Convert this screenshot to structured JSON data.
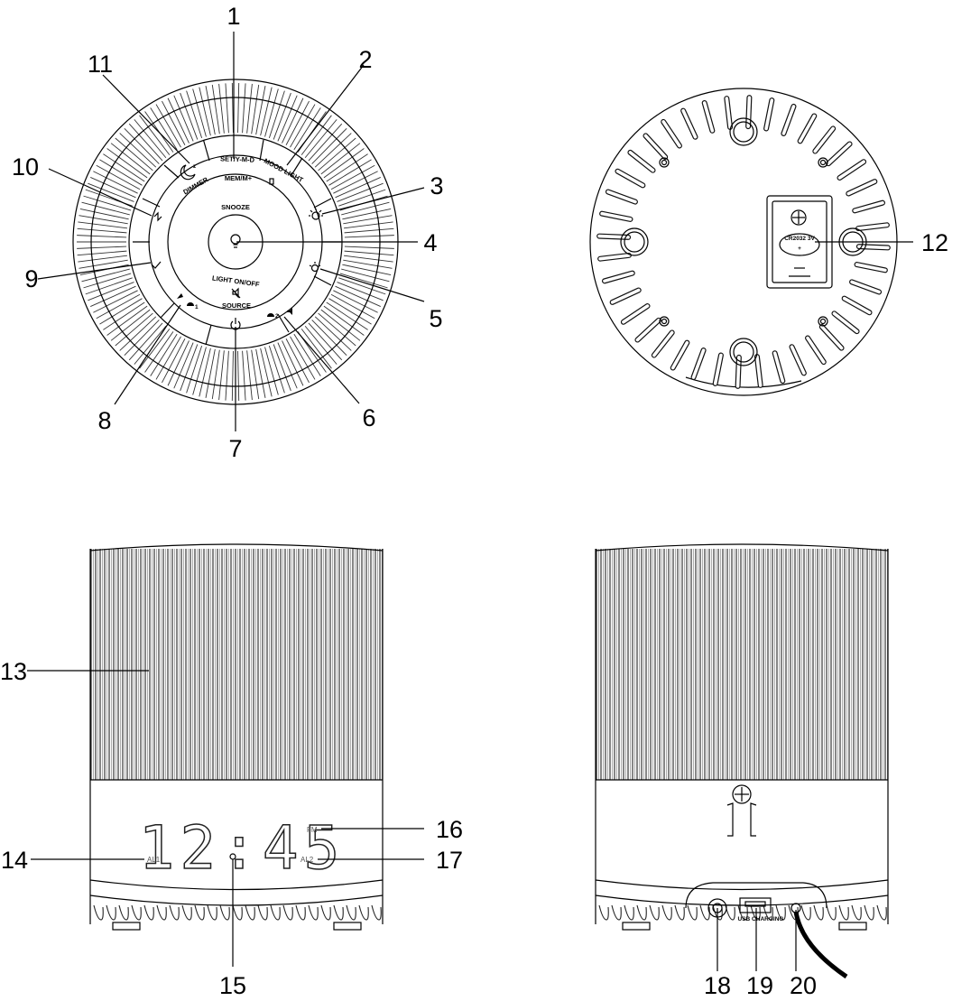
{
  "callouts": {
    "c1": "1",
    "c2": "2",
    "c3": "3",
    "c4": "4",
    "c5": "5",
    "c6": "6",
    "c7": "7",
    "c8": "8",
    "c9": "9",
    "c10": "10",
    "c11": "11",
    "c12": "12",
    "c13": "13",
    "c14": "14",
    "c15": "15",
    "c16": "16",
    "c17": "17",
    "c18": "18",
    "c19": "19",
    "c20": "20"
  },
  "top_panel": {
    "set_ymd": "SET/Y-M-D",
    "mood_light": "MOOD LIGHT",
    "dimmer": "DIMMER",
    "mem": "MEM/M+",
    "snooze": "SNOOZE",
    "light_onoff": "LIGHT ON/OFF",
    "source": "SOURCE"
  },
  "display": {
    "time": "12:45",
    "fm": "FM",
    "al1": "AL1",
    "al2": "AL2"
  },
  "rear": {
    "usb": "USB CHARGING"
  }
}
